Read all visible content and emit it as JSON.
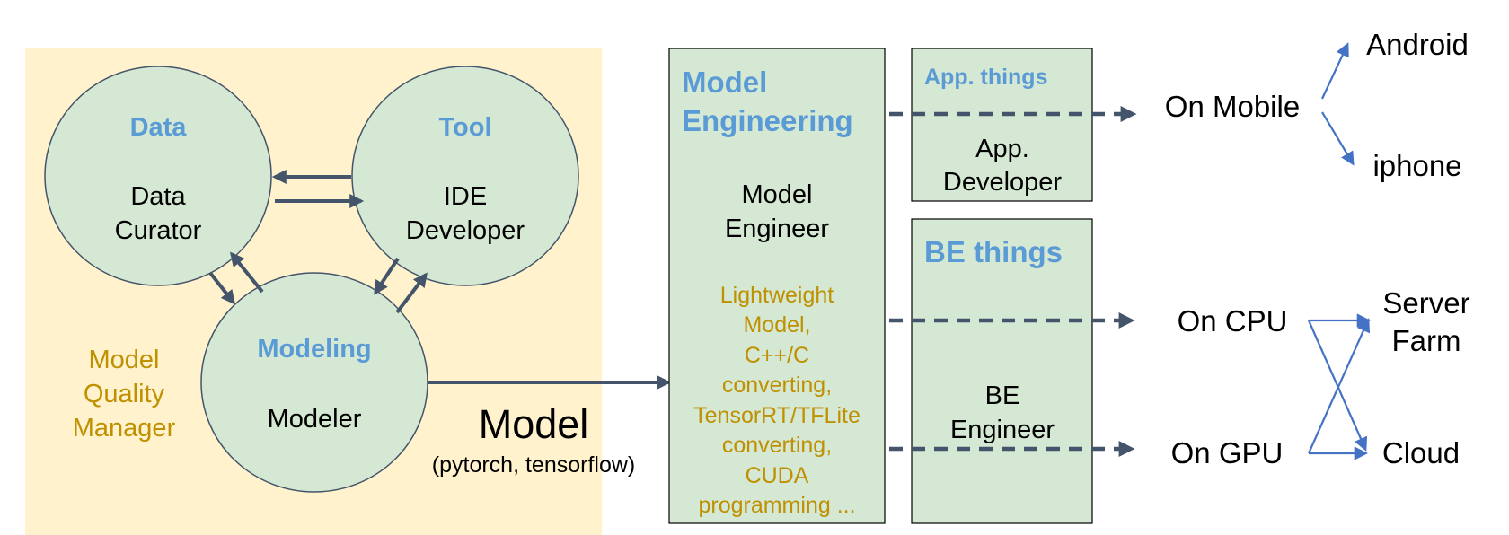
{
  "left_panel": {
    "manager_lines": [
      "Model",
      "Quality",
      "Manager"
    ]
  },
  "roles": {
    "data": {
      "title": "Data",
      "lines": [
        "Data",
        "Curator"
      ]
    },
    "tool": {
      "title": "Tool",
      "lines": [
        "IDE",
        "Developer"
      ]
    },
    "modeling": {
      "title": "Modeling",
      "lines": [
        "Modeler"
      ]
    }
  },
  "model_output": {
    "label": "Model",
    "sub": "(pytorch, tensorflow)"
  },
  "model_engineering": {
    "title_lines": [
      "Model",
      "Engineering"
    ],
    "role_lines": [
      "Model",
      "Engineer"
    ],
    "tasks": [
      "Lightweight",
      "Model,",
      "C++/C",
      "converting,",
      "TensorRT/TFLite",
      "converting,",
      "CUDA",
      "programming ..."
    ]
  },
  "app_things": {
    "title": "App. things",
    "role_lines": [
      "App.",
      "Developer"
    ]
  },
  "be_things": {
    "title": "BE things",
    "role_lines": [
      "BE",
      "Engineer"
    ]
  },
  "targets": {
    "mobile": "On Mobile",
    "cpu": "On CPU",
    "gpu": "On GPU",
    "android": "Android",
    "iphone": "iphone",
    "server_lines": [
      "Server",
      "Farm"
    ],
    "cloud": "Cloud"
  },
  "colors": {
    "panel": "#FFF2CC",
    "node_fill": "#D5E8D4",
    "title_blue": "#5B9BD5",
    "gold": "#BF9000",
    "arrow_dark": "#44546A",
    "arrow_blue": "#4472C4"
  }
}
